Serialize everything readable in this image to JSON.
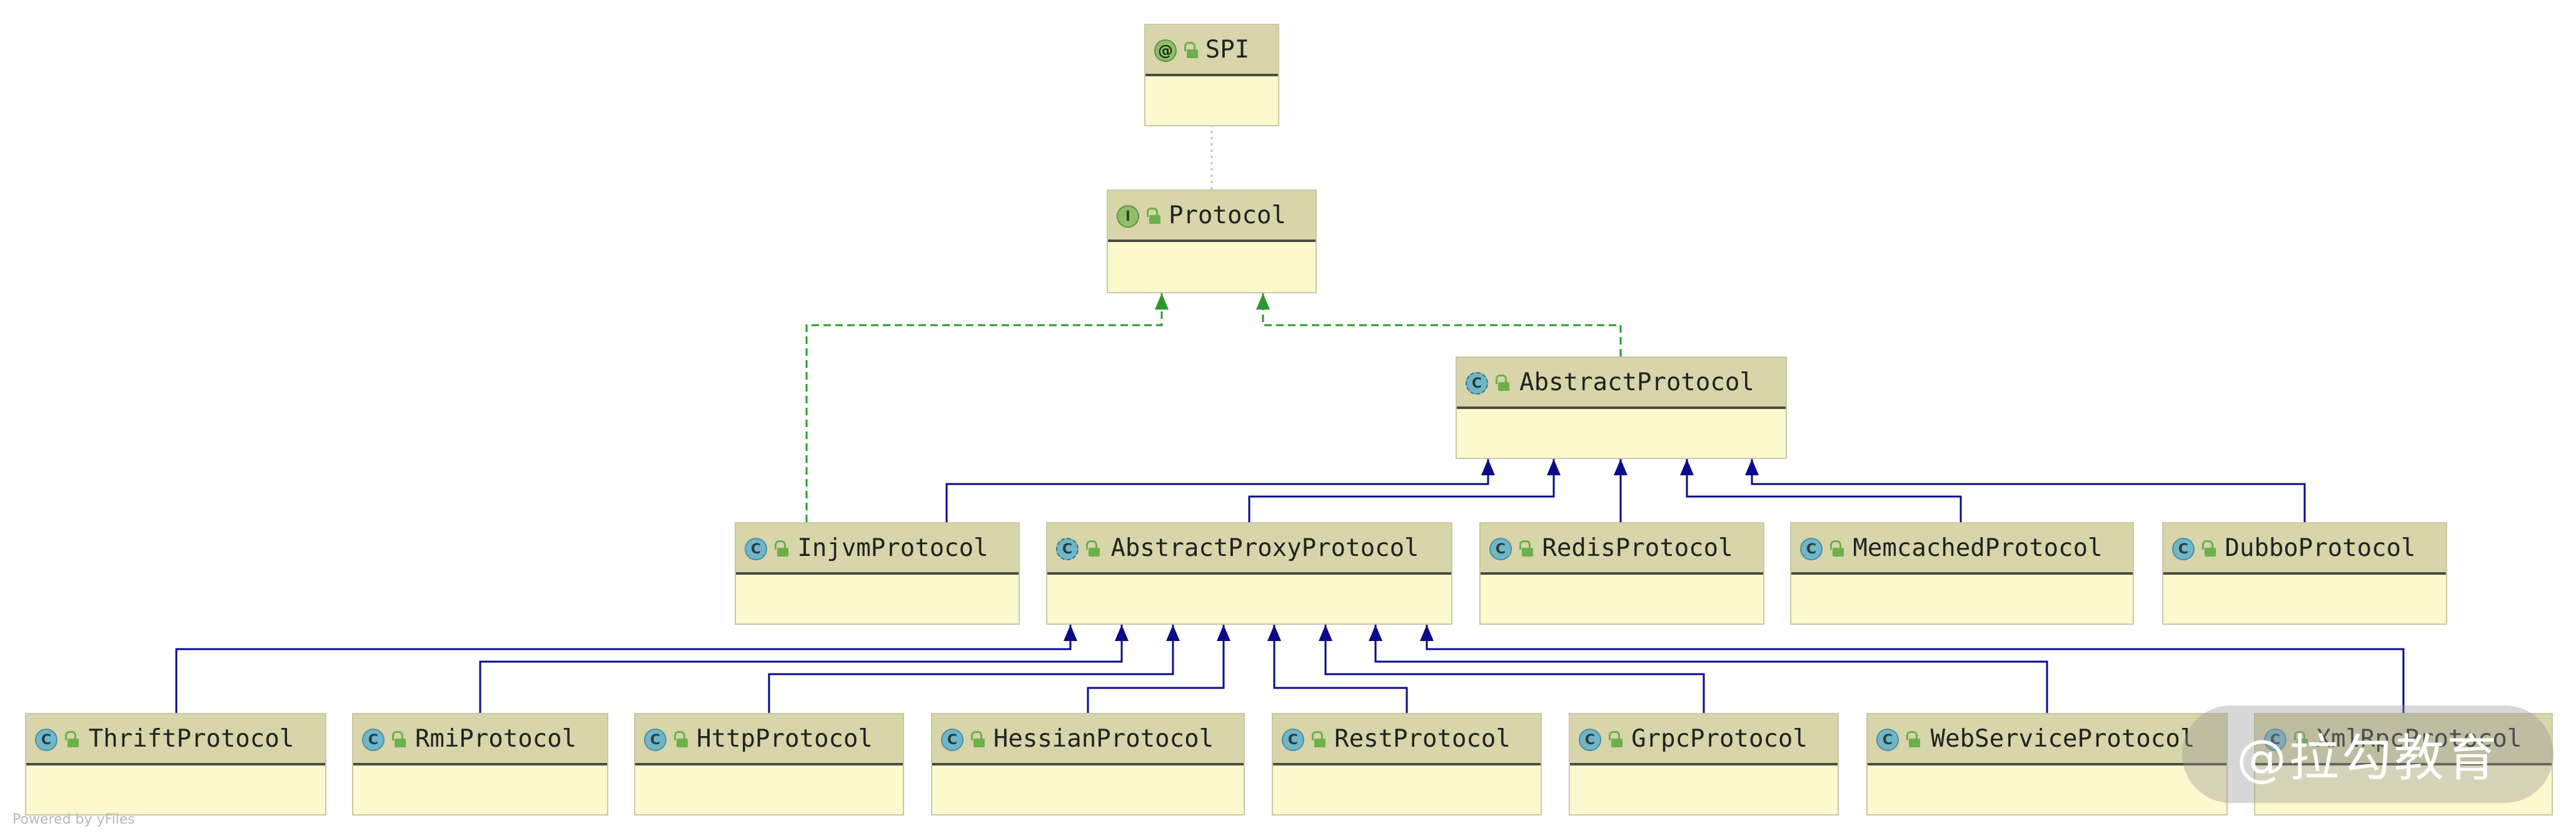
{
  "nodes": [
    {
      "id": "spi",
      "name": "SPI",
      "kind": "anno",
      "badge": "@"
    },
    {
      "id": "protocol",
      "name": "Protocol",
      "kind": "iface",
      "badge": "I"
    },
    {
      "id": "abstractprotocol",
      "name": "AbstractProtocol",
      "kind": "abs",
      "badge": "C"
    },
    {
      "id": "injvm",
      "name": "InjvmProtocol",
      "kind": "cls",
      "badge": "C"
    },
    {
      "id": "abstractproxy",
      "name": "AbstractProxyProtocol",
      "kind": "abs",
      "badge": "C"
    },
    {
      "id": "redis",
      "name": "RedisProtocol",
      "kind": "cls",
      "badge": "C"
    },
    {
      "id": "memcached",
      "name": "MemcachedProtocol",
      "kind": "cls",
      "badge": "C"
    },
    {
      "id": "dubbo",
      "name": "DubboProtocol",
      "kind": "cls",
      "badge": "C"
    },
    {
      "id": "thrift",
      "name": "ThriftProtocol",
      "kind": "cls",
      "badge": "C"
    },
    {
      "id": "rmi",
      "name": "RmiProtocol",
      "kind": "cls",
      "badge": "C"
    },
    {
      "id": "http",
      "name": "HttpProtocol",
      "kind": "cls",
      "badge": "C"
    },
    {
      "id": "hessian",
      "name": "HessianProtocol",
      "kind": "cls",
      "badge": "C"
    },
    {
      "id": "rest",
      "name": "RestProtocol",
      "kind": "cls",
      "badge": "C"
    },
    {
      "id": "grpc",
      "name": "GrpcProtocol",
      "kind": "cls",
      "badge": "C"
    },
    {
      "id": "webservice",
      "name": "WebServiceProtocol",
      "kind": "cls",
      "badge": "C"
    },
    {
      "id": "xmlrpc",
      "name": "XmlRpcProtocol",
      "kind": "cls",
      "badge": "C"
    }
  ],
  "edges": [
    {
      "from": "protocol",
      "to": "spi",
      "type": "annotation"
    },
    {
      "from": "injvm",
      "to": "protocol",
      "type": "implements"
    },
    {
      "from": "abstractprotocol",
      "to": "protocol",
      "type": "implements"
    },
    {
      "from": "injvm",
      "to": "abstractprotocol",
      "type": "extends"
    },
    {
      "from": "abstractproxy",
      "to": "abstractprotocol",
      "type": "extends"
    },
    {
      "from": "redis",
      "to": "abstractprotocol",
      "type": "extends"
    },
    {
      "from": "memcached",
      "to": "abstractprotocol",
      "type": "extends"
    },
    {
      "from": "dubbo",
      "to": "abstractprotocol",
      "type": "extends"
    },
    {
      "from": "thrift",
      "to": "abstractproxy",
      "type": "extends"
    },
    {
      "from": "rmi",
      "to": "abstractproxy",
      "type": "extends"
    },
    {
      "from": "http",
      "to": "abstractproxy",
      "type": "extends"
    },
    {
      "from": "hessian",
      "to": "abstractproxy",
      "type": "extends"
    },
    {
      "from": "rest",
      "to": "abstractproxy",
      "type": "extends"
    },
    {
      "from": "grpc",
      "to": "abstractproxy",
      "type": "extends"
    },
    {
      "from": "webservice",
      "to": "abstractproxy",
      "type": "extends"
    },
    {
      "from": "xmlrpc",
      "to": "abstractproxy",
      "type": "extends"
    }
  ],
  "colors": {
    "extends_line": "#0a0a8a",
    "implements_line": "#2a9a2a",
    "annotation_line": "#c9c8a6",
    "header": "#d7d5a9",
    "body": "#fdf9ce"
  },
  "watermark": "@拉勾教育",
  "footer": "Powered by yFiles"
}
